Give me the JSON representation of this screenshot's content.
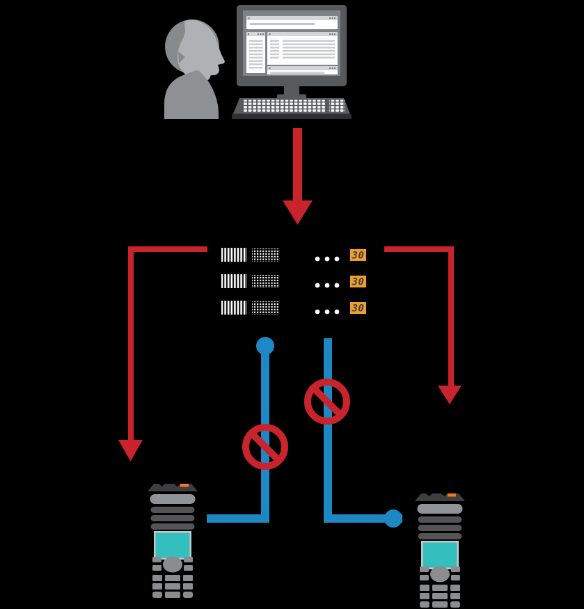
{
  "colors": {
    "background": "#000000",
    "arrow_red": "#C9232C",
    "connector_blue": "#1E88C5",
    "prohibited_red": "#C9232C",
    "display_orange": "#F09E2E",
    "display_digits": "#3F3F41",
    "scanner_screen_teal": "#35BEBE",
    "scanner_accent_orange": "#F47920",
    "monitor_gray": "#58595B",
    "person_gray": "#87898B"
  },
  "inventory_rows": [
    {
      "count": "30"
    },
    {
      "count": "30"
    },
    {
      "count": "30"
    }
  ],
  "icons": {
    "person": "person-icon",
    "computer": "desktop-computer-icon",
    "barcode": "barcode-icon",
    "item_text": "dot-matrix-text",
    "ellipsis": "ellipsis-dots",
    "count_display": "count-display",
    "prohibited": "no-entry-icon",
    "scanner": "handheld-scanner-icon"
  }
}
